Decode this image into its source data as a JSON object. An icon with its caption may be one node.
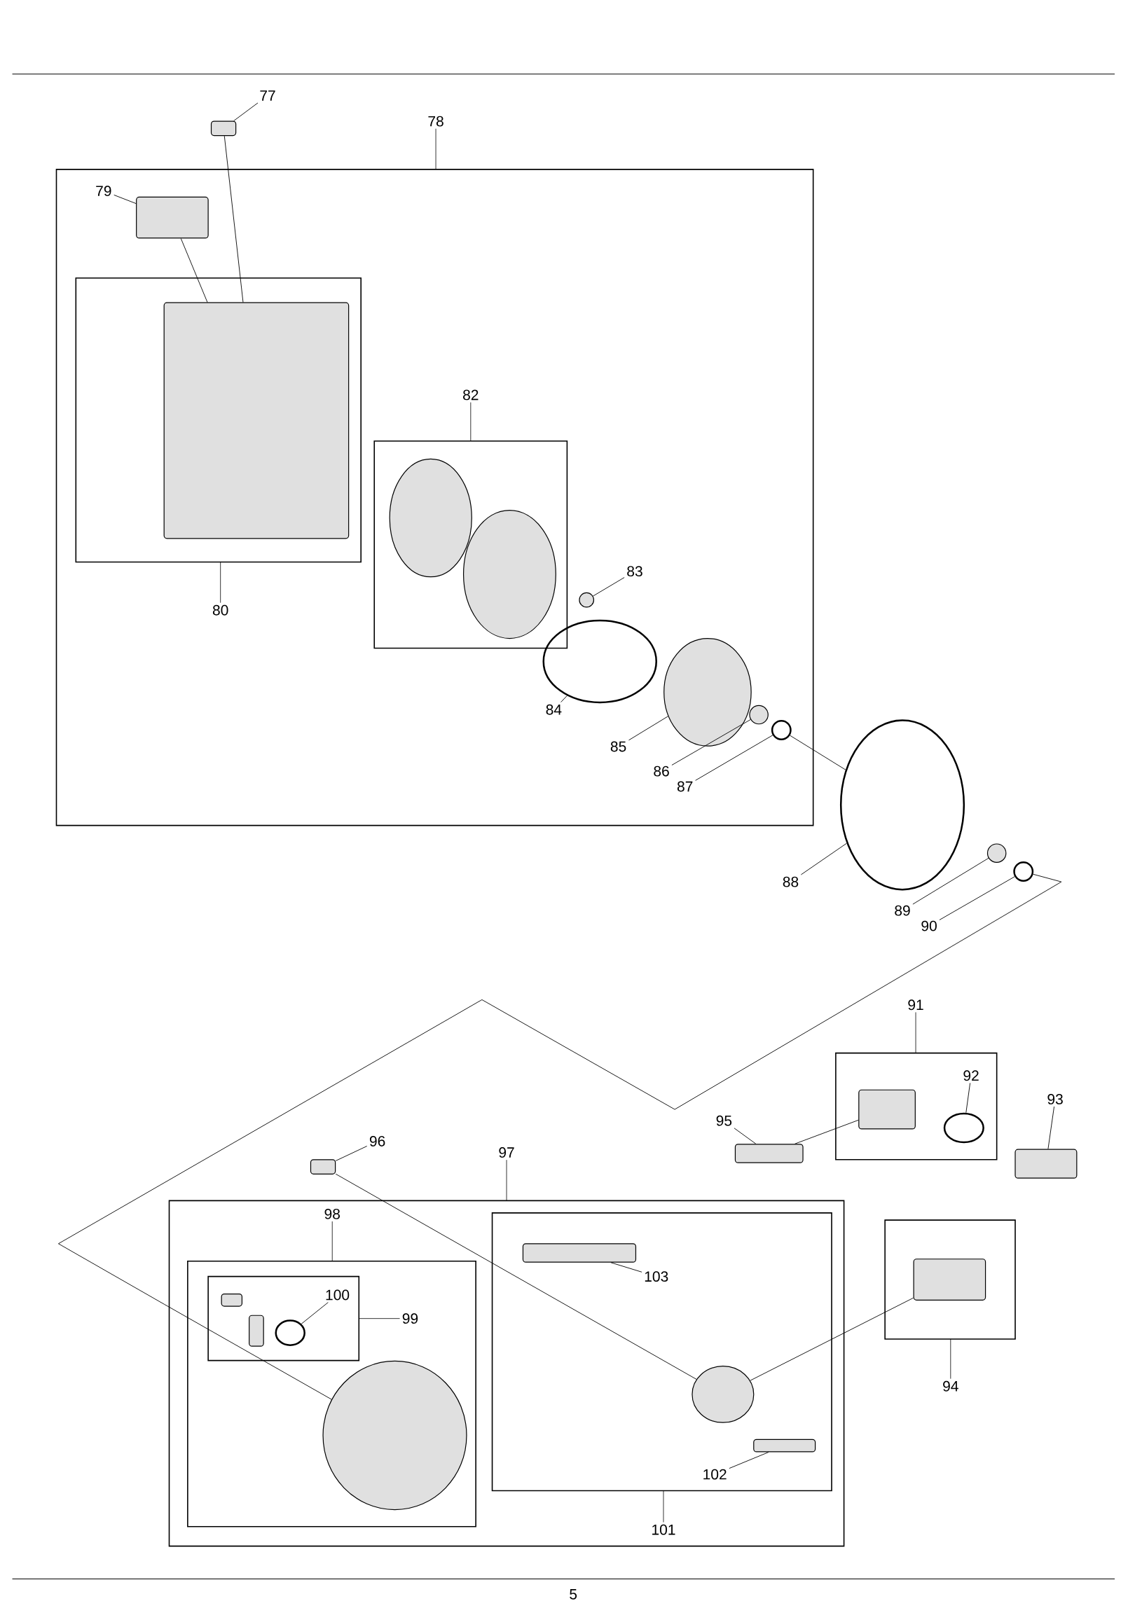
{
  "diagram": {
    "nodes": [
      {
        "text": [
          "77"
        ]
      },
      {
        "text": [],
        "shape": "box"
      },
      {
        "text": [
          "78"
        ]
      },
      {
        "text": [
          "79"
        ],
        "in": 2
      },
      {
        "text": [],
        "shape": "box",
        "in": 2
      },
      {
        "text": [
          "80"
        ],
        "in": 2
      },
      {
        "text": [],
        "shape": "box",
        "in": 5
      },
      {
        "text": [
          "82"
        ],
        "in": 2
      },
      {
        "text": [],
        "shape": "circle",
        "in": 7
      },
      {
        "text": [],
        "shape": "circle",
        "in": 7
      },
      {
        "text": [
          "83"
        ],
        "in": 2
      },
      {
        "text": [],
        "shape": "circle",
        "in": 2
      },
      {
        "text": [
          "84"
        ],
        "in": 2
      },
      {
        "text": [],
        "shape": "circle",
        "in": 2
      },
      {
        "text": [
          "85"
        ],
        "in": 2
      },
      {
        "text": [],
        "shape": "circle",
        "in": 2
      },
      {
        "text": [
          "86"
        ],
        "in": 2
      },
      {
        "text": [],
        "shape": "circle",
        "in": 2
      },
      {
        "text": [
          "87"
        ],
        "in": 2
      },
      {
        "text": [],
        "shape": "circle",
        "in": 2
      },
      {
        "text": [],
        "shape": "circle"
      },
      {
        "text": [
          "88"
        ]
      },
      {
        "text": [],
        "shape": "circle"
      },
      {
        "text": [
          "89"
        ]
      },
      {
        "text": [],
        "shape": "circle"
      },
      {
        "text": [
          "90"
        ]
      },
      {
        "text": [
          "91"
        ]
      },
      {
        "text": [],
        "shape": "box",
        "in": 26
      },
      {
        "text": [
          "92"
        ],
        "in": 26
      },
      {
        "text": [],
        "shape": "circle",
        "in": 26
      },
      {
        "text": [
          "93"
        ]
      },
      {
        "text": [],
        "shape": "box"
      },
      {
        "text": [
          "95"
        ]
      },
      {
        "text": [],
        "shape": "box"
      },
      {
        "text": [
          "96"
        ]
      },
      {
        "text": [],
        "shape": "box"
      },
      {
        "text": [
          "97"
        ]
      },
      {
        "text": [
          "98"
        ],
        "in": 36
      },
      {
        "text": [
          "99"
        ],
        "in": 37
      },
      {
        "text": [],
        "shape": "box",
        "in": 38
      },
      {
        "text": [],
        "shape": "box",
        "in": 38
      },
      {
        "text": [
          "100"
        ],
        "in": 38
      },
      {
        "text": [],
        "shape": "circle",
        "in": 38
      },
      {
        "text": [],
        "shape": "circle",
        "in": 37
      },
      {
        "text": [
          "101"
        ],
        "in": 36
      },
      {
        "text": [
          "103"
        ],
        "in": 44
      },
      {
        "text": [],
        "shape": "box",
        "in": 44
      },
      {
        "text": [],
        "shape": "circle",
        "in": 44
      },
      {
        "text": [
          "102"
        ],
        "in": 44
      },
      {
        "text": [],
        "shape": "box",
        "in": 44
      },
      {
        "text": [
          "94"
        ]
      },
      {
        "text": [],
        "shape": "box",
        "in": 50
      }
    ],
    "edges": [
      {
        "from": 0,
        "to": 1,
        "arrow": "none"
      },
      {
        "from": 3,
        "to": 4,
        "arrow": "none"
      },
      {
        "from": 10,
        "to": 11,
        "arrow": "none"
      },
      {
        "from": 12,
        "to": 13,
        "arrow": "none"
      },
      {
        "from": 14,
        "to": 15,
        "arrow": "none"
      },
      {
        "from": 16,
        "to": 17,
        "arrow": "none"
      },
      {
        "from": 18,
        "to": 19,
        "arrow": "none"
      },
      {
        "from": 21,
        "to": 20,
        "arrow": "none"
      },
      {
        "from": 23,
        "to": 22,
        "arrow": "none"
      },
      {
        "from": 25,
        "to": 24,
        "arrow": "none"
      },
      {
        "from": 28,
        "to": 29,
        "arrow": "none"
      },
      {
        "from": 30,
        "to": 31,
        "arrow": "none"
      },
      {
        "from": 32,
        "to": 33,
        "arrow": "none"
      },
      {
        "from": 34,
        "to": 35,
        "arrow": "none"
      },
      {
        "from": 41,
        "to": 42,
        "arrow": "none"
      },
      {
        "from": 45,
        "to": 46,
        "arrow": "none"
      },
      {
        "from": 48,
        "to": 49,
        "arrow": "none"
      },
      {
        "from": 1,
        "to": 6,
        "arrow": "none"
      },
      {
        "from": 4,
        "to": 6,
        "arrow": "none"
      },
      {
        "from": 19,
        "to": 20,
        "arrow": "none"
      },
      {
        "from": 33,
        "to": 27,
        "arrow": "none"
      },
      {
        "from": 35,
        "to": 47,
        "arrow": "none"
      },
      {
        "from": 51,
        "to": 47,
        "arrow": "none"
      },
      {
        "from": 24,
        "to": 43,
        "arrow": "none"
      }
    ],
    "labels": [
      "5"
    ]
  }
}
